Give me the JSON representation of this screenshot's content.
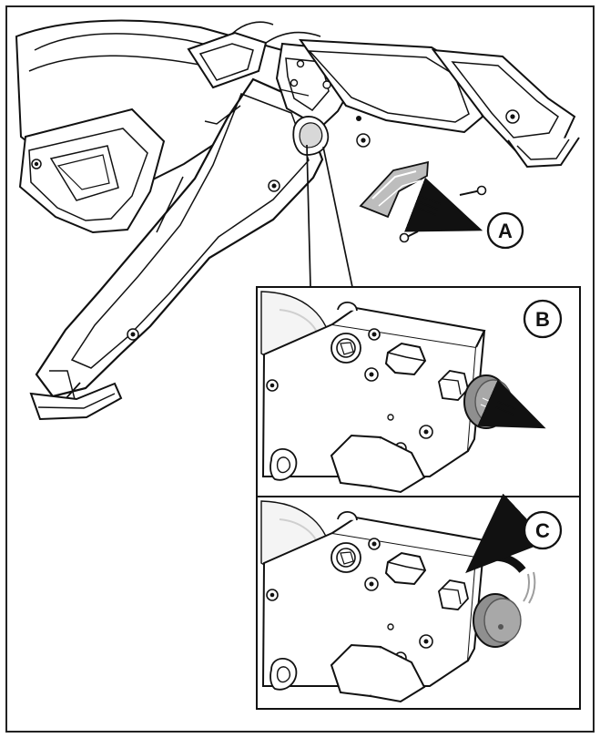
{
  "callouts": {
    "A": "A",
    "B": "B",
    "C": "C"
  },
  "colors": {
    "line": "#111111",
    "paper": "#ffffff",
    "panel_shade": "#f3f3f3",
    "part_gray": "#8f8f8f",
    "dark_gray": "#555555"
  },
  "icons": {
    "arrow": "pull-arrow-icon",
    "rotate": "rotate-arrow-icon"
  }
}
